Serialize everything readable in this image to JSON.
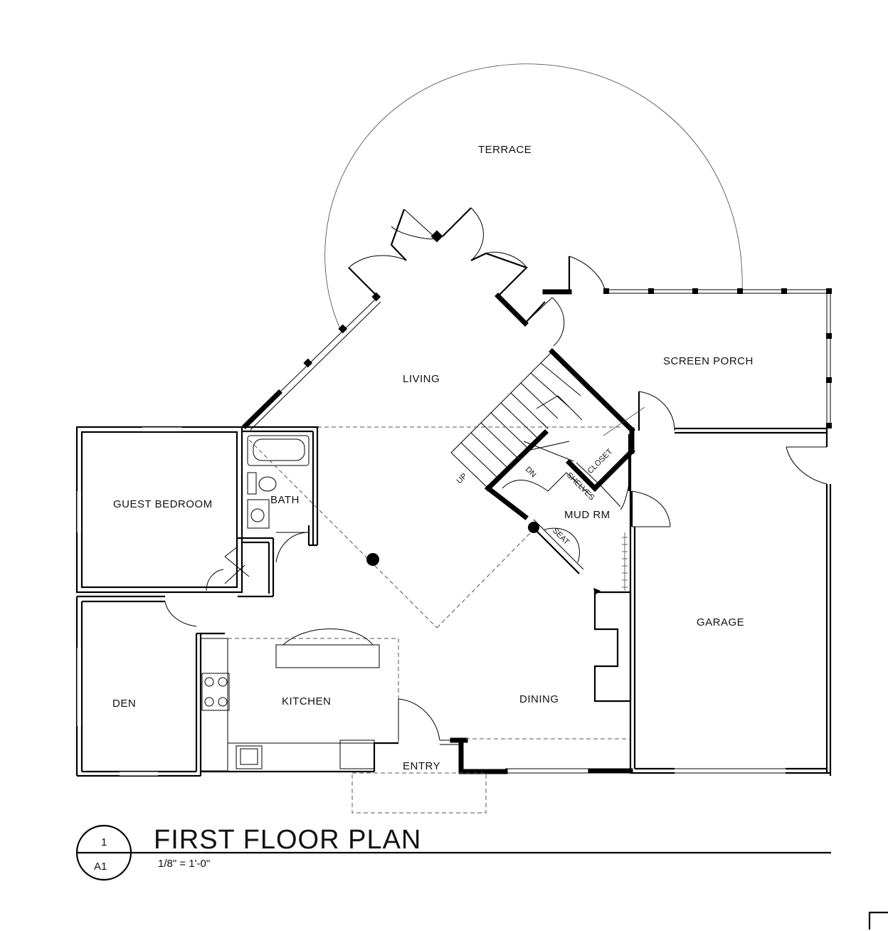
{
  "rooms": {
    "terrace": "TERRACE",
    "living": "LIVING",
    "screen_porch": "SCREEN PORCH",
    "guest_bedroom": "GUEST BEDROOM",
    "bath": "BATH",
    "mud_rm": "MUD RM",
    "closet": "CLOSET",
    "shelves": "SHELVES",
    "seat": "SEAT",
    "up": "UP",
    "dn": "DN",
    "garage": "GARAGE",
    "den": "DEN",
    "kitchen": "KITCHEN",
    "dining": "DINING",
    "entry": "ENTRY"
  },
  "title_block": {
    "title": "FIRST FLOOR PLAN",
    "scale": "1/8\" = 1'-0\"",
    "detail_number": "1",
    "sheet_number": "A1"
  }
}
